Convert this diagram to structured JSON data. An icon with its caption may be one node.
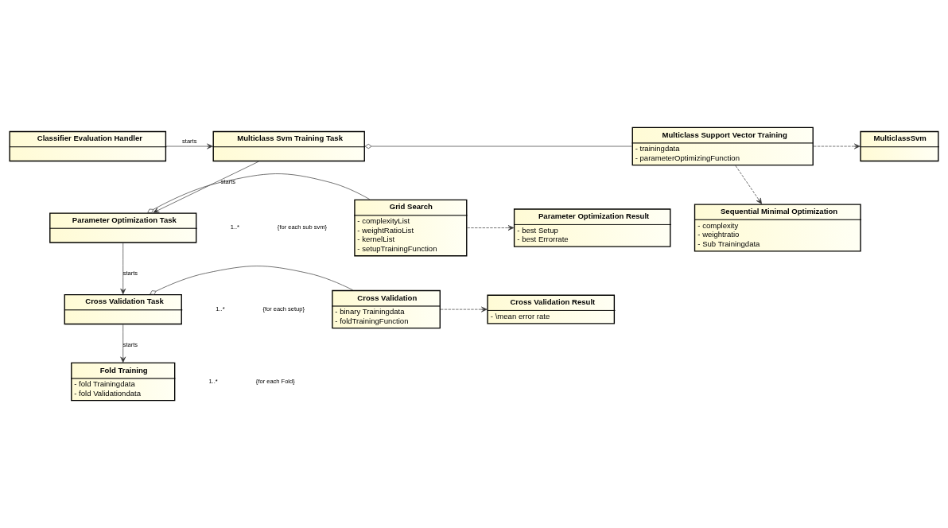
{
  "diagram": {
    "nodes": [
      {
        "text": [
          "Classifier Evaluation Handler"
        ]
      },
      {
        "text": [
          "Multiclass Svm Training Task"
        ]
      },
      {
        "text": [
          "Multiclass Support Vector Training",
          "- trainingdata",
          "- parameterOptimizingFunction"
        ]
      },
      {
        "text": [
          "MulticlassSvm"
        ]
      },
      {
        "text": [
          "Sequential Minimal Optimization",
          "- complexity",
          "- weightratio",
          "- Sub Trainingdata"
        ]
      },
      {
        "text": [
          "Parameter Optimization Task"
        ]
      },
      {
        "text": [
          "Grid Search",
          "- complexityList",
          "- weightRatioList",
          "- kernelList",
          "- setupTrainingFunction"
        ]
      },
      {
        "text": [
          "Parameter Optimization Result",
          "- best Setup",
          "- best Errorrate"
        ]
      },
      {
        "text": [
          "Cross Validation Task"
        ]
      },
      {
        "text": [
          "Cross Validation",
          "- binary Trainingdata",
          "- foldTrainingFunction"
        ]
      },
      {
        "text": [
          "Cross Validation Result",
          "- \\mean error rate"
        ]
      },
      {
        "text": [
          "Fold Training",
          "- fold Trainingdata",
          "- fold Validationdata"
        ]
      }
    ],
    "edges": [
      {
        "from": 0,
        "to": 1,
        "arrow": "to",
        "label": "starts"
      },
      {
        "from": 1,
        "to": 2,
        "arrow": "other"
      },
      {
        "from": 2,
        "to": 3,
        "arrow": "to",
        "style": "dashed"
      },
      {
        "from": 2,
        "to": 4,
        "arrow": "to",
        "style": "dashed"
      },
      {
        "from": 1,
        "to": 5,
        "arrow": "to",
        "label": "starts"
      },
      {
        "from": 5,
        "to": 6,
        "arrow": "other"
      },
      {
        "from": 6,
        "to": 7,
        "arrow": "to",
        "style": "dashed"
      },
      {
        "from": 5,
        "to": 8,
        "arrow": "to",
        "label": "starts"
      },
      {
        "from": 8,
        "to": 9,
        "arrow": "other"
      },
      {
        "from": 9,
        "to": 10,
        "arrow": "to",
        "style": "dashed"
      },
      {
        "from": 8,
        "to": 11,
        "arrow": "to",
        "label": "starts"
      }
    ],
    "labels": [
      "{for each sub svm}",
      "1..*",
      "{for each setup}",
      "1..*",
      "{for each Fold}",
      "1..*"
    ]
  }
}
